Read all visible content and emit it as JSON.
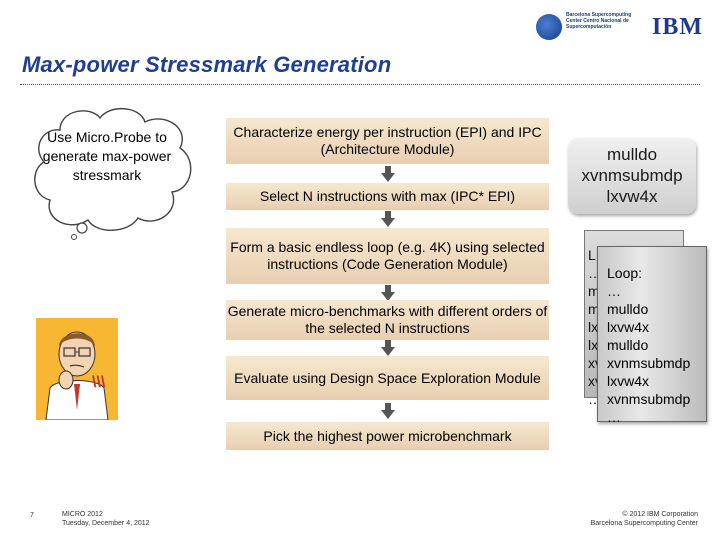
{
  "header": {
    "title": "Max-power Stressmark Generation",
    "bsc_logo_text": "Barcelona Supercomputing Center Centro Nacional de Supercomputación",
    "ibm_logo": "IBM"
  },
  "thought": {
    "text": "Use Micro.Probe to generate max-power stressmark"
  },
  "steps": [
    {
      "label": "Characterize energy per instruction (EPI) and IPC (Architecture Module)"
    },
    {
      "label": "Select N instructions with max (IPC* EPI)"
    },
    {
      "label": "Form a basic endless loop (e.g. 4K) using selected instructions (Code Generation Module)"
    },
    {
      "label": "Generate micro-benchmarks with different orders of the selected N instructions"
    },
    {
      "label": "Evaluate using Design Space Exploration Module"
    },
    {
      "label": "Pick the highest power microbenchmark"
    }
  ],
  "instructions": {
    "selected": [
      "mulldo",
      "xvnmsubmdp",
      "lxvw4x"
    ],
    "back_scroll": [
      "L",
      "…",
      "m",
      "m",
      "lx",
      "lx",
      "xv",
      "xv",
      "…"
    ],
    "loop": [
      "Loop:",
      "…",
      "mulldo",
      "lxvw4x",
      "mulldo",
      "xvnmsubmdp",
      "lxvw4x",
      "xvnmsubmdp",
      "…"
    ]
  },
  "footer": {
    "page_number": "7",
    "conference": "MICRO 2012",
    "date": "Tuesday, December 4, 2012",
    "copyright": "© 2012 IBM Corporation",
    "center": "Barcelona Supercomputing Center"
  },
  "colors": {
    "title": "#1f3f8f",
    "step_fill": "#f0dcc0",
    "arrow": "#555555"
  }
}
